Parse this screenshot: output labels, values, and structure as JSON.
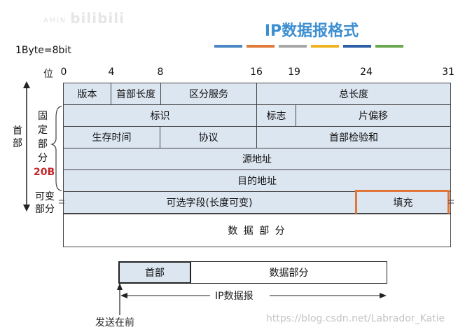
{
  "watermark_logo": {
    "text": "bilibili",
    "prefix": "ᴀᴍɪɴ"
  },
  "title": "IP数据报格式",
  "unit_note": "1Byte=8bit",
  "bit_label": "位",
  "bit_positions": [
    "0",
    "4",
    "8",
    "16",
    "19",
    "24",
    "31"
  ],
  "stripe_colors": [
    "#4a86c5",
    "#e07a3a",
    "#a6a6a6",
    "#efb320",
    "#2f5ea8",
    "#6aa84f"
  ],
  "header_rows": {
    "row1": [
      "版本",
      "首部长度",
      "区分服务",
      "总长度"
    ],
    "row2": [
      "标识",
      "标志",
      "片偏移"
    ],
    "row3": [
      "生存时间",
      "协议",
      "首部检验和"
    ],
    "row4": [
      "源地址"
    ],
    "row5": [
      "目的地址"
    ],
    "row6": [
      "可选字段(长度可变)",
      "填充"
    ],
    "data": "数 据 部 分"
  },
  "side_labels": {
    "header": "首部",
    "fixed": "固定部分",
    "fixed_size": "20B",
    "variable": "可变部分"
  },
  "bottom": {
    "header_box": "首部",
    "data_box": "数据部分",
    "datagram_label": "IP数据报",
    "send_first": "发送在前"
  },
  "credit": "https://blog.csdn.net/Labrador_Katie",
  "colors": {
    "cell_fill": "#dce6f1",
    "highlight_border": "#e0763a",
    "title": "#3d8fd1",
    "fixed_size": "#c0262a"
  }
}
